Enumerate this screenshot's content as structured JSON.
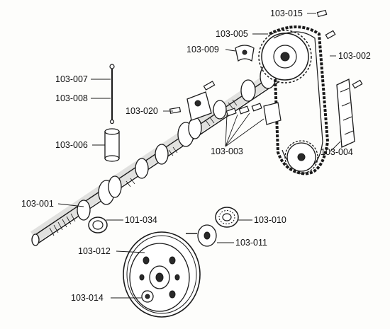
{
  "colors": {
    "ink": "#1a1a1a",
    "background": "#fdfdfb"
  },
  "parts": [
    {
      "id": "p-103-015",
      "label": "103-015"
    },
    {
      "id": "p-103-005",
      "label": "103-005"
    },
    {
      "id": "p-103-009",
      "label": "103-009"
    },
    {
      "id": "p-103-002",
      "label": "103-002"
    },
    {
      "id": "p-103-007",
      "label": "103-007"
    },
    {
      "id": "p-103-008",
      "label": "103-008"
    },
    {
      "id": "p-103-020",
      "label": "103-020"
    },
    {
      "id": "p-103-006",
      "label": "103-006"
    },
    {
      "id": "p-103-003",
      "label": "103-003"
    },
    {
      "id": "p-103-004",
      "label": "103-004"
    },
    {
      "id": "p-103-001",
      "label": "103-001"
    },
    {
      "id": "p-101-034",
      "label": "101-034"
    },
    {
      "id": "p-103-010",
      "label": "103-010"
    },
    {
      "id": "p-103-012",
      "label": "103-012"
    },
    {
      "id": "p-103-011",
      "label": "103-011"
    },
    {
      "id": "p-103-014",
      "label": "103-014"
    }
  ]
}
